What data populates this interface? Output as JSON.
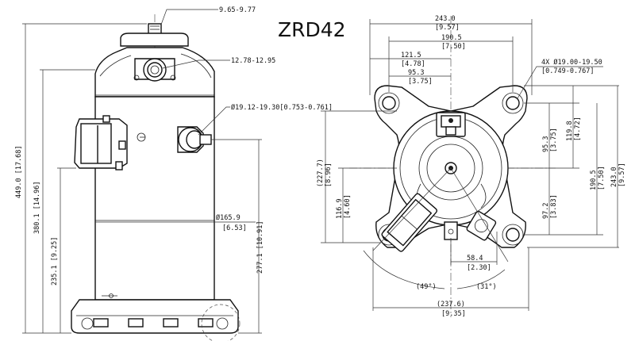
{
  "title": "ZRD42",
  "side_view": {
    "dim_fitting_height": "9.65-9.77",
    "dim_suction_tube": "12.78-12.95",
    "dim_discharge_tube": "Ø19.12-19.30[0.753-0.761]",
    "dim_shell_diameter": "Ø165.9",
    "dim_shell_diameter_in": "[6.53]",
    "dim_total_height": "449.0 [17.68]",
    "dim_height_380": "380.1 [14.96]",
    "dim_height_277": "277.1 [10.91]",
    "dim_height_235": "235.1 [9.25]"
  },
  "top_view": {
    "dim_width_243": "243.0",
    "dim_width_243_in": "[9.57]",
    "dim_width_190": "190.5",
    "dim_width_190_in": "[7.50]",
    "dim_121": "121.5",
    "dim_121_in": "[4.78]",
    "dim_95_h": "95.3",
    "dim_95_h_in": "[3.75]",
    "dim_holes": "4X Ø19.00-19.50",
    "dim_holes_in": "[0.749-0.767]",
    "dim_right_95": "95.3",
    "dim_right_95_in": "[3.75]",
    "dim_right_119": "119.8",
    "dim_right_119_in": "[4.72]",
    "dim_right_190": "190.5",
    "dim_right_190_in": "[7.50]",
    "dim_right_243": "243.0",
    "dim_right_243_in": "[9.57]",
    "dim_right_97": "97.2",
    "dim_right_97_in": "[3.83]",
    "dim_left_227": "(227.7)",
    "dim_left_227_in": "[8.96]",
    "dim_left_116": "116.9",
    "dim_left_116_in": "[4.60]",
    "dim_58": "58.4",
    "dim_58_in": "[2.30]",
    "dim_angle_49": "(49°)",
    "dim_angle_31": "(31°)",
    "dim_width_237": "(237.6)",
    "dim_width_237_in": "[9.35]"
  }
}
